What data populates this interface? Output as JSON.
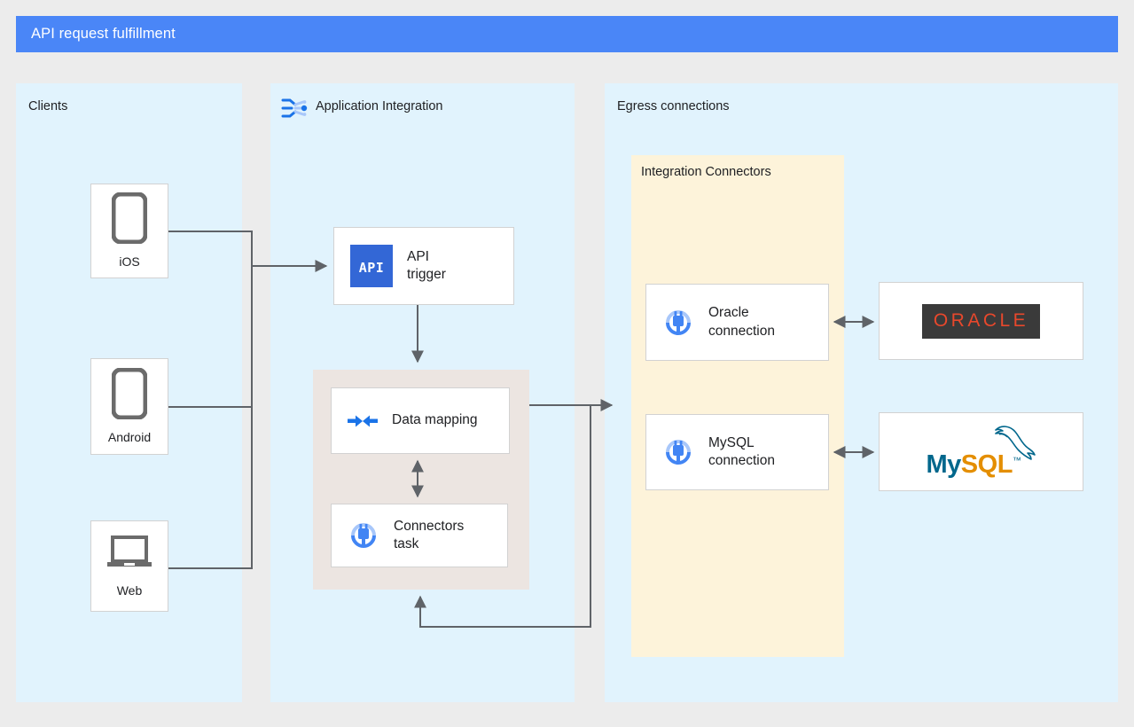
{
  "header": {
    "title": "API request fulfillment",
    "bar_color": "#4a86f7"
  },
  "panels": [
    {
      "id": "clients",
      "label": "Clients",
      "color": "#e1f3fd",
      "icon": null
    },
    {
      "id": "application-integration",
      "label": "Application Integration",
      "color": "#e1f3fd",
      "icon": "application-integration-icon"
    },
    {
      "id": "egress-connections",
      "label": "Egress connections",
      "color": "#e1f3fd",
      "icon": null
    }
  ],
  "groups": [
    {
      "id": "integration-connectors",
      "label": "Integration Connectors",
      "color": "#fdf3da"
    },
    {
      "id": "integration-tasks",
      "label": "",
      "color": "#ece5e1"
    }
  ],
  "clients": [
    {
      "id": "ios",
      "label": "iOS",
      "icon": "phone-icon"
    },
    {
      "id": "android",
      "label": "Android",
      "icon": "phone-icon"
    },
    {
      "id": "web",
      "label": "Web",
      "icon": "laptop-icon"
    }
  ],
  "tasks": [
    {
      "id": "api-trigger",
      "label": "API\ntrigger",
      "icon": "api-badge-icon"
    },
    {
      "id": "data-mapping",
      "label": "Data mapping",
      "icon": "data-mapping-icon"
    },
    {
      "id": "connectors-task",
      "label": "Connectors\ntask",
      "icon": "connector-plug-icon"
    }
  ],
  "connections": [
    {
      "id": "oracle-connection",
      "label": "Oracle\nconnection",
      "icon": "connector-plug-icon"
    },
    {
      "id": "mysql-connection",
      "label": "MySQL\nconnection",
      "icon": "connector-plug-icon"
    }
  ],
  "backends": [
    {
      "id": "oracle",
      "logo_text": "ORACLE",
      "logo_fg": "#e8482c",
      "logo_bg": "#3a3a3a",
      "icon": "oracle-logo"
    },
    {
      "id": "mysql",
      "logo_text_primary": "My",
      "logo_text_secondary": "SQL",
      "logo_tm": "™",
      "primary_color": "#00678c",
      "secondary_color": "#e48e00",
      "icon": "mysql-dolphin-logo"
    }
  ],
  "icon_colors": {
    "device_gray": "#6b6b6b",
    "accent_blue": "#1a73e8",
    "accent_blue_light": "#a8c7fa",
    "wire_gray": "#5f6368"
  }
}
